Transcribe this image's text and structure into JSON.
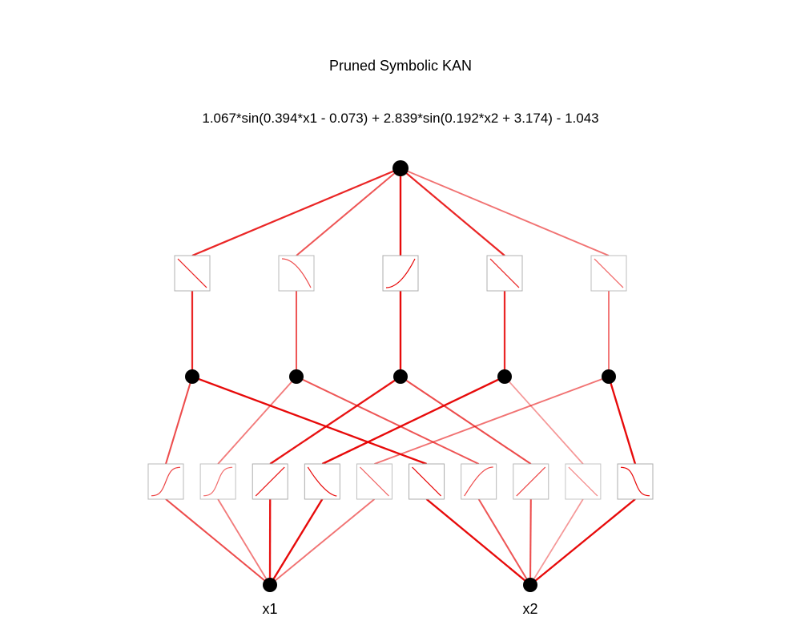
{
  "title": "Pruned Symbolic KAN",
  "formula": "1.067*sin(0.394*x1 - 0.073) + 2.839*sin(0.192*x2 + 3.174) - 1.043",
  "colors": {
    "edge": "#e60000",
    "node": "#000000",
    "box_frame": "#aaaaaa",
    "background": "#ffffff"
  },
  "layers": [
    {
      "nodes": 2,
      "labels": [
        "x1",
        "x2"
      ]
    },
    {
      "nodes": 5
    },
    {
      "nodes": 1
    }
  ],
  "edges_layer1": [
    {
      "from": 0,
      "to": 0,
      "shape": "sigmoid-up",
      "strength": 0.6
    },
    {
      "from": 0,
      "to": 1,
      "shape": "sigmoid-up",
      "strength": 0.35
    },
    {
      "from": 0,
      "to": 2,
      "shape": "linear-up",
      "strength": 0.9
    },
    {
      "from": 0,
      "to": 3,
      "shape": "convex-down",
      "strength": 0.95
    },
    {
      "from": 0,
      "to": 4,
      "shape": "linear-down",
      "strength": 0.4
    },
    {
      "from": 1,
      "to": 0,
      "shape": "linear-down",
      "strength": 0.95
    },
    {
      "from": 1,
      "to": 1,
      "shape": "concave-up",
      "strength": 0.55
    },
    {
      "from": 1,
      "to": 2,
      "shape": "linear-up",
      "strength": 0.6
    },
    {
      "from": 1,
      "to": 3,
      "shape": "linear-down",
      "strength": 0.2
    },
    {
      "from": 1,
      "to": 4,
      "shape": "sigmoid-down",
      "strength": 0.95
    }
  ],
  "edges_layer2": [
    {
      "from": 0,
      "to": 0,
      "shape": "linear-down",
      "strength": 0.8
    },
    {
      "from": 1,
      "to": 0,
      "shape": "concave-down",
      "strength": 0.55
    },
    {
      "from": 2,
      "to": 0,
      "shape": "convex-up",
      "strength": 0.95
    },
    {
      "from": 3,
      "to": 0,
      "shape": "linear-down",
      "strength": 0.8
    },
    {
      "from": 4,
      "to": 0,
      "shape": "linear-down",
      "strength": 0.4
    }
  ]
}
